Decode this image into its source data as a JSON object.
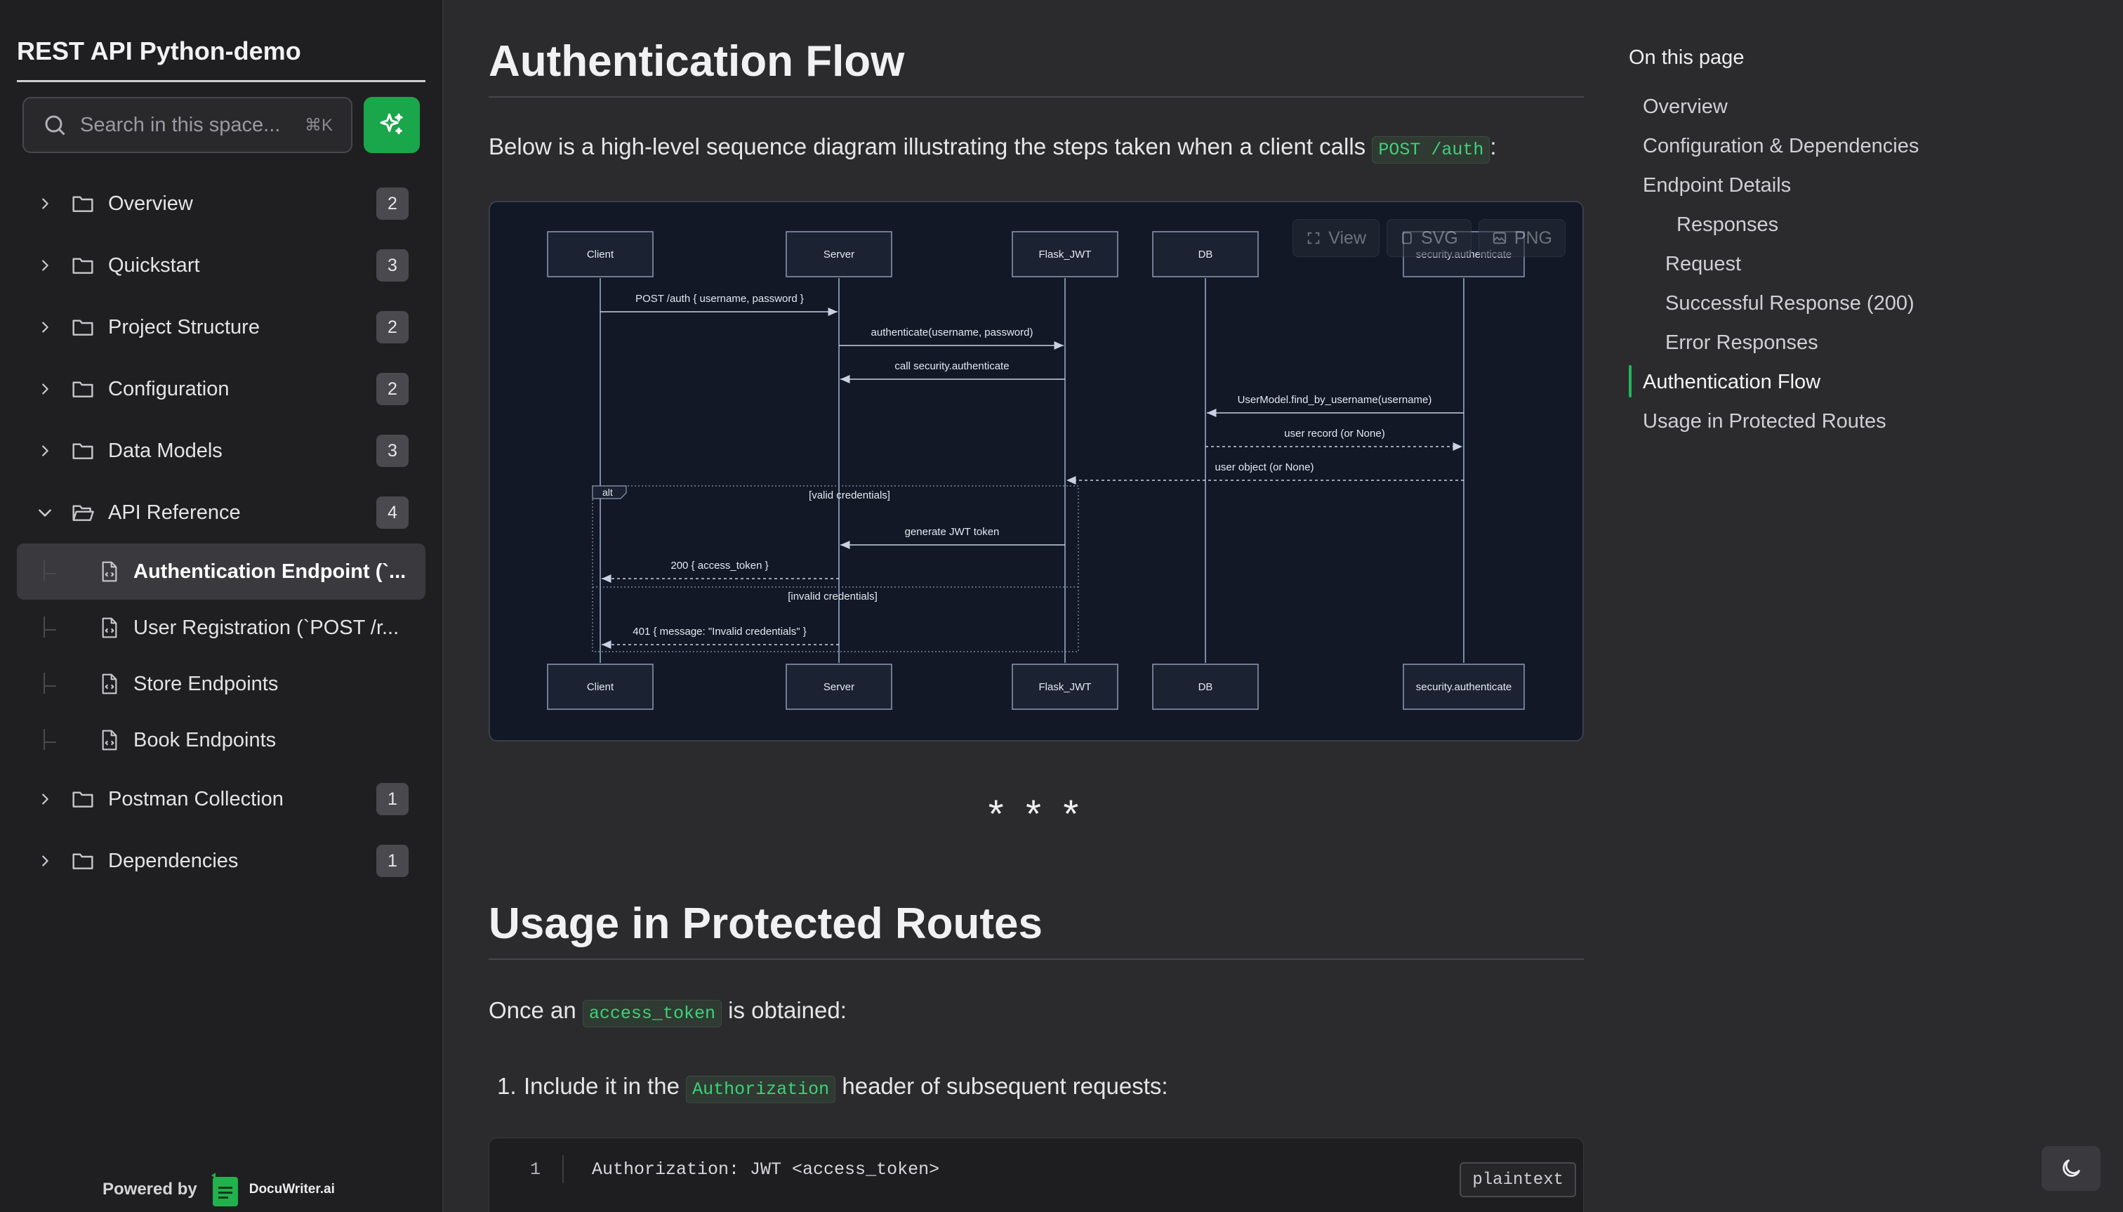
{
  "sidebar": {
    "title": "REST API Python-demo",
    "search": {
      "placeholder": "Search in this space...",
      "shortcut": "⌘K"
    },
    "ai_button_icon": "sparkles-icon",
    "items": [
      {
        "label": "Overview",
        "count": "2",
        "expanded": false
      },
      {
        "label": "Quickstart",
        "count": "3",
        "expanded": false
      },
      {
        "label": "Project Structure",
        "count": "2",
        "expanded": false
      },
      {
        "label": "Configuration",
        "count": "2",
        "expanded": false
      },
      {
        "label": "Data Models",
        "count": "3",
        "expanded": false
      },
      {
        "label": "API Reference",
        "count": "4",
        "expanded": true
      },
      {
        "label": "Postman Collection",
        "count": "1",
        "expanded": false
      },
      {
        "label": "Dependencies",
        "count": "1",
        "expanded": false
      }
    ],
    "api_children": [
      {
        "label": "Authentication Endpoint (`...",
        "active": true
      },
      {
        "label": "User Registration (`POST /r...",
        "active": false
      },
      {
        "label": "Store Endpoints",
        "active": false
      },
      {
        "label": "Book Endpoints",
        "active": false
      }
    ],
    "powered_by": "Powered by",
    "powered_brand": "DocuWriter.ai"
  },
  "main": {
    "auth_flow": {
      "heading": "Authentication Flow",
      "intro_prefix": "Below is a high-level sequence diagram illustrating the steps taken when a client calls ",
      "intro_code": "POST /auth",
      "intro_suffix": ":"
    },
    "diagram": {
      "toolbar": {
        "view": "View",
        "svg": "SVG",
        "png": "PNG"
      },
      "participants": [
        "Client",
        "Server",
        "Flask_JWT",
        "DB",
        "security.authenticate"
      ],
      "messages": [
        "POST /auth { username, password }",
        "authenticate(username, password)",
        "call security.authenticate",
        "UserModel.find_by_username(username)",
        "user record (or None)",
        "user object (or None)",
        "generate JWT token",
        "200 { access_token }",
        "401 { message: \"Invalid credentials\" }"
      ],
      "alt_label": "alt",
      "alt_valid": "[valid credentials]",
      "alt_invalid": "[invalid credentials]"
    },
    "separator": "* * *",
    "protected": {
      "heading": "Usage in Protected Routes",
      "p1_prefix": "Once an ",
      "p1_code": "access_token",
      "p1_suffix": " is obtained:",
      "li1_num": "1.",
      "li1_prefix": "Include it in the ",
      "li1_code": "Authorization",
      "li1_suffix": " header of subsequent requests:",
      "code_line_no": "1",
      "code_text": "Authorization: JWT <access_token>",
      "code_lang": "plaintext"
    }
  },
  "toc": {
    "title": "On this page",
    "items": [
      {
        "label": "Overview",
        "level": 1
      },
      {
        "label": "Configuration & Dependencies",
        "level": 1
      },
      {
        "label": "Endpoint Details",
        "level": 1
      },
      {
        "label": "Responses",
        "level": 3
      },
      {
        "label": "Request",
        "level": 2
      },
      {
        "label": "Successful Response (200)",
        "level": 2
      },
      {
        "label": "Error Responses",
        "level": 2
      },
      {
        "label": "Authentication Flow",
        "level": 1,
        "active": true
      },
      {
        "label": "Usage in Protected Routes",
        "level": 1
      }
    ]
  },
  "theme_toggle_icon": "moon-icon",
  "colors": {
    "accent": "#1aa64a",
    "code_text": "#3dd27a",
    "background": "#2b2b2d",
    "sidebar": "#1f1f21",
    "diagram_bg": "#121826"
  }
}
